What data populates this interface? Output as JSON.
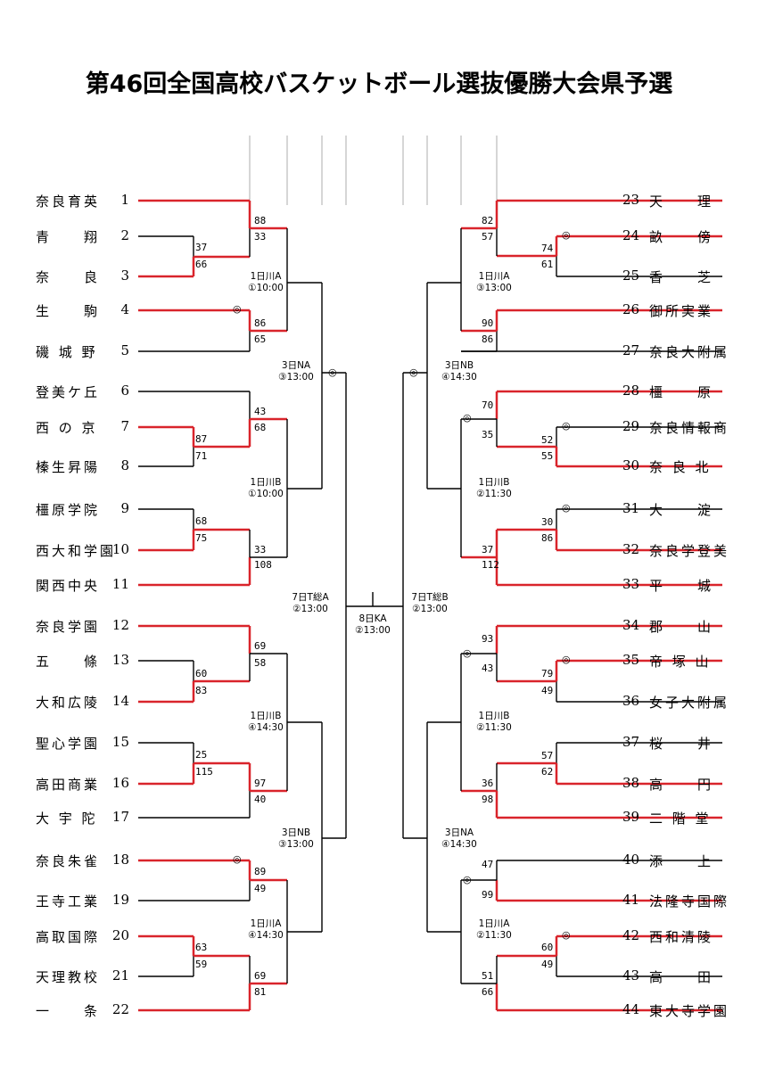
{
  "title": "第46回全国高校バスケットボール選抜優勝大会県予選",
  "colors": {
    "winner_line": "#d9242b",
    "line": "#000000",
    "guide": "#999999"
  },
  "left_teams": [
    {
      "no": "1",
      "name": "奈良育英"
    },
    {
      "no": "2",
      "name": "青　　翔"
    },
    {
      "no": "3",
      "name": "奈　　良"
    },
    {
      "no": "4",
      "name": "生　　駒"
    },
    {
      "no": "5",
      "name": "磯 城 野"
    },
    {
      "no": "6",
      "name": "登美ケ丘"
    },
    {
      "no": "7",
      "name": "西 の 京"
    },
    {
      "no": "8",
      "name": "榛生昇陽"
    },
    {
      "no": "9",
      "name": "橿原学院"
    },
    {
      "no": "10",
      "name": "西大和学園"
    },
    {
      "no": "11",
      "name": "関西中央"
    },
    {
      "no": "12",
      "name": "奈良学園"
    },
    {
      "no": "13",
      "name": "五　　條"
    },
    {
      "no": "14",
      "name": "大和広陵"
    },
    {
      "no": "15",
      "name": "聖心学園"
    },
    {
      "no": "16",
      "name": "高田商業"
    },
    {
      "no": "17",
      "name": "大 宇 陀"
    },
    {
      "no": "18",
      "name": "奈良朱雀"
    },
    {
      "no": "19",
      "name": "王寺工業"
    },
    {
      "no": "20",
      "name": "高取国際"
    },
    {
      "no": "21",
      "name": "天理教校"
    },
    {
      "no": "22",
      "name": "一　　条"
    }
  ],
  "right_teams": [
    {
      "no": "23",
      "name": "天　　理"
    },
    {
      "no": "24",
      "name": "畝　　傍"
    },
    {
      "no": "25",
      "name": "香　　芝"
    },
    {
      "no": "26",
      "name": "御所実業"
    },
    {
      "no": "27",
      "name": "奈良大附属"
    },
    {
      "no": "28",
      "name": "橿　　原"
    },
    {
      "no": "29",
      "name": "奈良情報商"
    },
    {
      "no": "30",
      "name": "奈 良 北"
    },
    {
      "no": "31",
      "name": "大　　淀"
    },
    {
      "no": "32",
      "name": "奈良学登美"
    },
    {
      "no": "33",
      "name": "平　　城"
    },
    {
      "no": "34",
      "name": "郡　　山"
    },
    {
      "no": "35",
      "name": "帝 塚 山"
    },
    {
      "no": "36",
      "name": "女子大附属"
    },
    {
      "no": "37",
      "name": "桜　　井"
    },
    {
      "no": "38",
      "name": "高　　円"
    },
    {
      "no": "39",
      "name": "二 階 堂"
    },
    {
      "no": "40",
      "name": "添　　上"
    },
    {
      "no": "41",
      "name": "法隆寺国際"
    },
    {
      "no": "42",
      "name": "西和清陵"
    },
    {
      "no": "43",
      "name": "高　　田"
    },
    {
      "no": "44",
      "name": "東大寺学園"
    }
  ],
  "scores": [
    "88",
    "33",
    "37",
    "66",
    "86",
    "65",
    "43",
    "68",
    "87",
    "71",
    "68",
    "75",
    "33",
    "108",
    "69",
    "58",
    "60",
    "83",
    "25",
    "115",
    "97",
    "40",
    "89",
    "49",
    "63",
    "59",
    "69",
    "81",
    "82",
    "57",
    "74",
    "61",
    "90",
    "86",
    "70",
    "35",
    "52",
    "55",
    "30",
    "86",
    "37",
    "112",
    "93",
    "43",
    "79",
    "49",
    "57",
    "62",
    "36",
    "98",
    "47",
    "99",
    "60",
    "49",
    "51",
    "66"
  ],
  "round_labels": [
    {
      "day": "1日川A",
      "time": "①10:00"
    },
    {
      "day": "1日川B",
      "time": "①10:00"
    },
    {
      "day": "1日川B",
      "time": "④14:30"
    },
    {
      "day": "1日川A",
      "time": "④14:30"
    },
    {
      "day": "3日NA",
      "time": "③13:00"
    },
    {
      "day": "3日NB",
      "time": "③13:00"
    },
    {
      "day": "7日T総A",
      "time": "②13:00"
    },
    {
      "day": "8日KA",
      "time": "②13:00"
    },
    {
      "day": "7日T総B",
      "time": "②13:00"
    },
    {
      "day": "3日NB",
      "time": "④14:30"
    },
    {
      "day": "3日NA",
      "time": "④14:30"
    },
    {
      "day": "1日川A",
      "time": "③13:00"
    },
    {
      "day": "1日川B",
      "time": "②11:30"
    },
    {
      "day": "1日川B",
      "time": "②11:30"
    },
    {
      "day": "1日川A",
      "time": "②11:30"
    }
  ],
  "mark_symbol": "◎"
}
